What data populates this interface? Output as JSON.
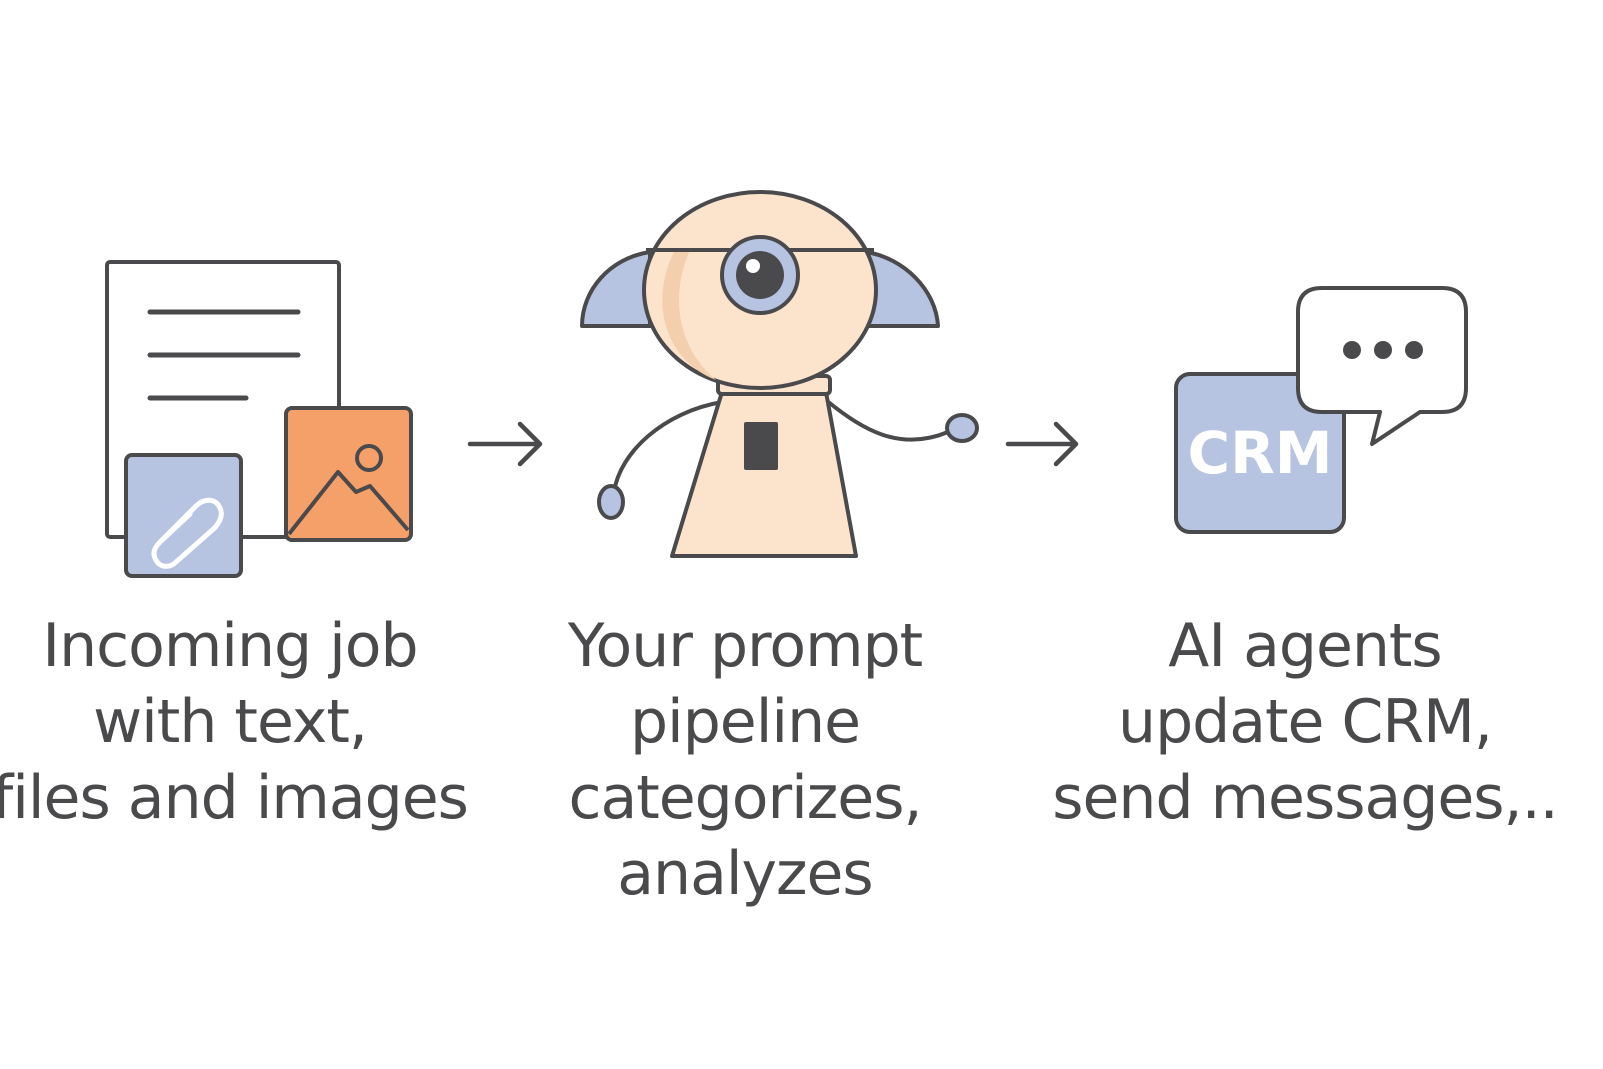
{
  "steps": [
    {
      "id": "input",
      "icon": "document-with-attachments-icon",
      "caption_lines": [
        "Incoming job",
        "with text,",
        "files and images"
      ]
    },
    {
      "id": "pipeline",
      "icon": "robot-icon",
      "caption_lines": [
        "Your prompt",
        "pipeline",
        "categorizes,",
        "analyzes"
      ]
    },
    {
      "id": "agents",
      "icon": "crm-chat-icon",
      "caption_lines": [
        "AI agents",
        "update CRM,",
        "send messages,.."
      ],
      "crm_label": "CRM"
    }
  ],
  "colors": {
    "outline": "#4a4a4c",
    "blue": "#b6c3e1",
    "orange": "#f5a068",
    "robot_body": "#fbe3cc",
    "robot_shade": "#f3cfae"
  }
}
